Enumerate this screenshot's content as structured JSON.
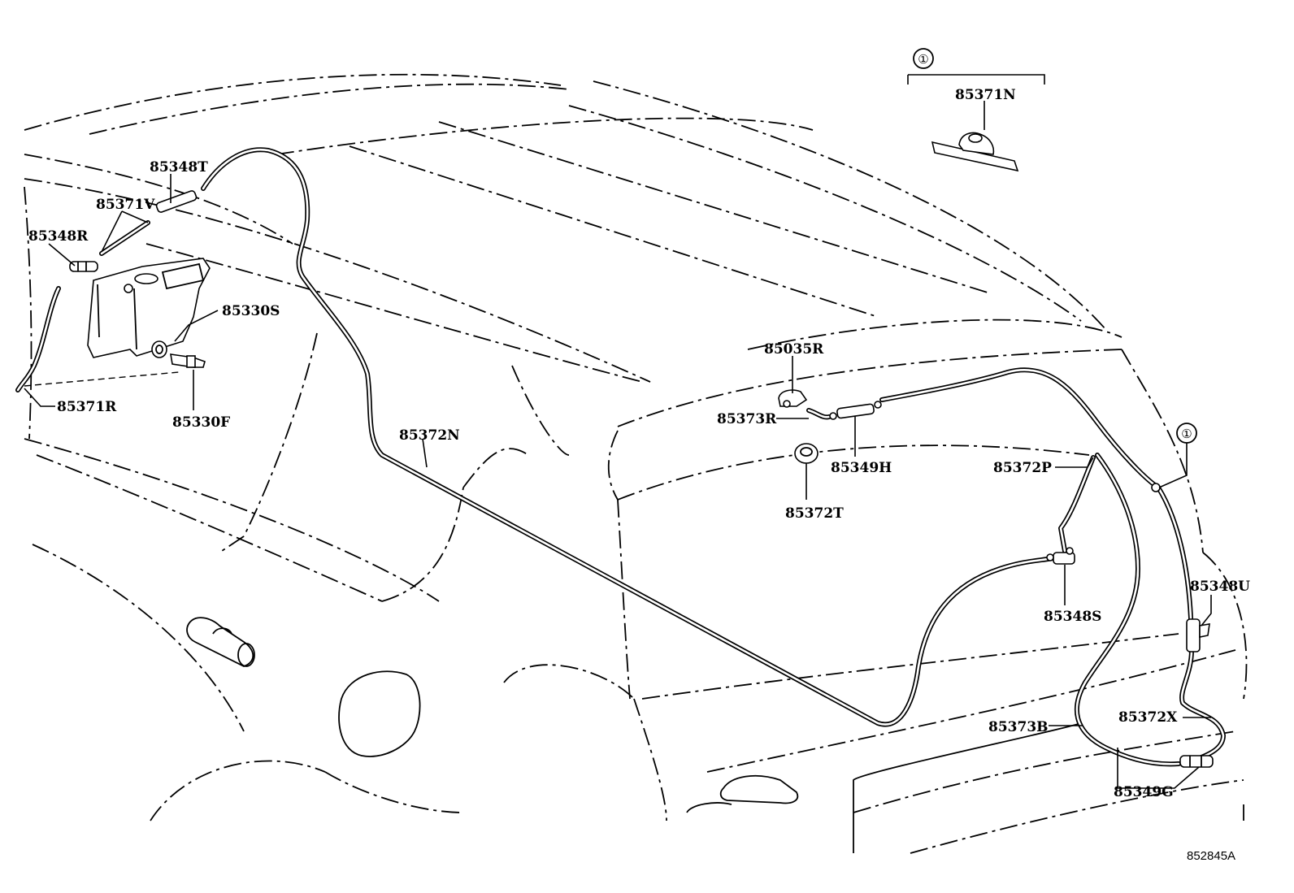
{
  "diagram": {
    "ref_code": "852845A",
    "callout_symbol": "①",
    "parts": {
      "p_85371N": "85371N",
      "p_85348T": "85348T",
      "p_85371V": "85371V",
      "p_85348R": "85348R",
      "p_85330S": "85330S",
      "p_85330F": "85330F",
      "p_85371R": "85371R",
      "p_85372N": "85372N",
      "p_85035R": "85035R",
      "p_85373R": "85373R",
      "p_85349H": "85349H",
      "p_85372T": "85372T",
      "p_85372P": "85372P",
      "p_85348S": "85348S",
      "p_85348U": "85348U",
      "p_85372X": "85372X",
      "p_85373B": "85373B",
      "p_85349G": "85349G"
    }
  }
}
